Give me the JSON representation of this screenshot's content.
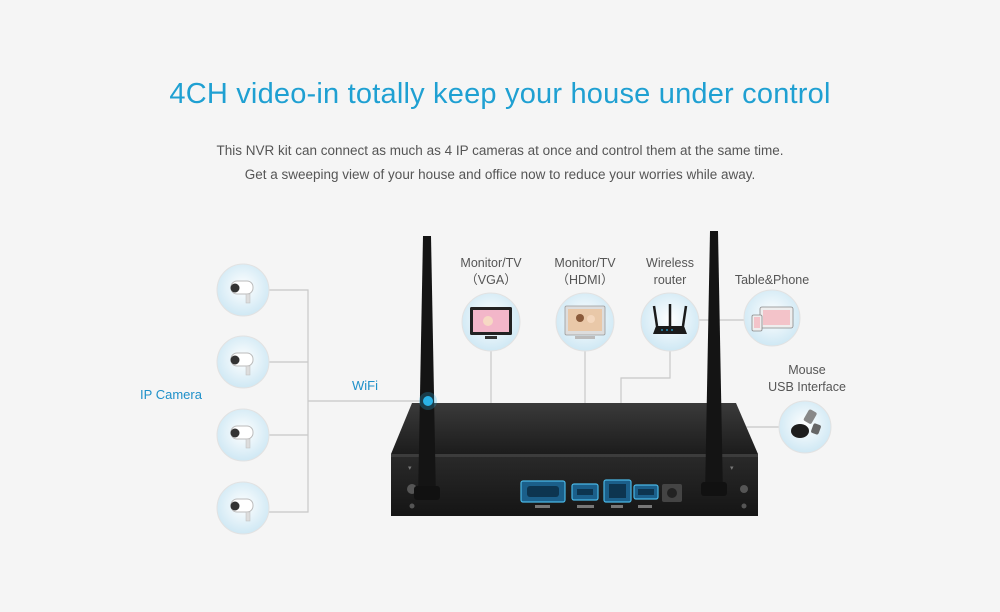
{
  "header": {
    "title": "4CH video-in totally keep your house under control",
    "line1": "This NVR kit can connect as much as 4 IP cameras at once and control them at the same time.",
    "line2": "Get a sweeping view of your house and office now to reduce your worries while away."
  },
  "labels": {
    "ip_camera": "IP Camera",
    "wifi": "WiFi",
    "vga_1": "Monitor/TV",
    "vga_2": "（VGA）",
    "hdmi_1": "Monitor/TV",
    "hdmi_2": "（HDMI）",
    "router_1": "Wireless",
    "router_2": "router",
    "tablet": "Table&Phone",
    "mouse_1": "Mouse",
    "mouse_2": "USB Interface"
  },
  "colors": {
    "accent": "#1fa0d2",
    "device": "#232323",
    "line": "#c8c8c8",
    "circle_fill": "#d4ecf6"
  }
}
